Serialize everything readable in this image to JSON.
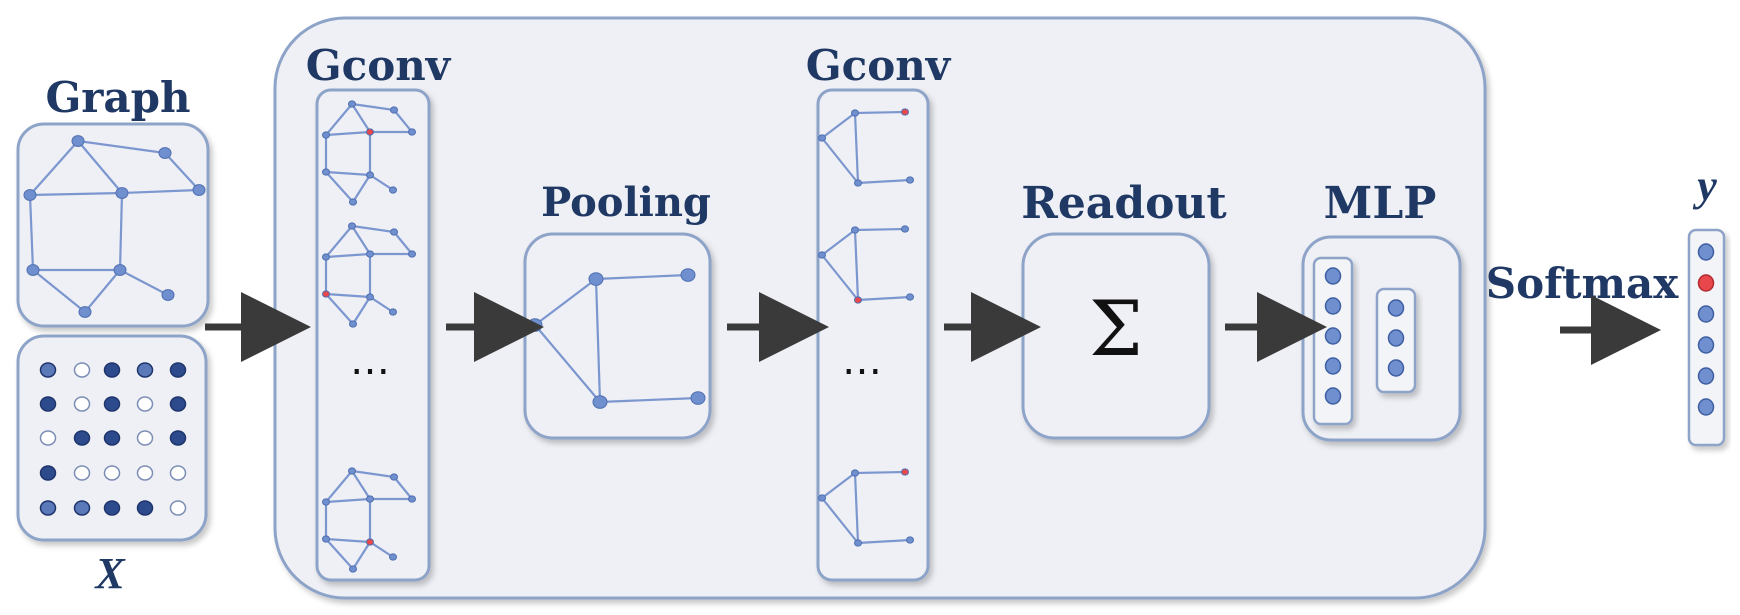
{
  "labels": {
    "graph": "Graph",
    "x": "X",
    "gconv1": "Gconv",
    "pooling": "Pooling",
    "gconv2": "Gconv",
    "readout": "Readout",
    "readout_symbol": "Σ",
    "mlp": "MLP",
    "softmax": "Softmax",
    "y": "y",
    "ellipsis": "…"
  },
  "colors": {
    "box_fill": "#eef0f5",
    "box_stroke": "#8ea3c8",
    "edge": "#7c96cf",
    "node": "#6f8fcf",
    "node_red": "#e8474c",
    "dark_node": "#2d4a8c",
    "arrow": "#3a3a3a",
    "label": "#1f3864"
  },
  "feature_matrix": [
    [
      "m",
      "w",
      "d",
      "m",
      "d"
    ],
    [
      "d",
      "w",
      "d",
      "w",
      "d"
    ],
    [
      "w",
      "d",
      "d",
      "w",
      "d"
    ],
    [
      "d",
      "w",
      "w",
      "w",
      "w"
    ],
    [
      "m",
      "m",
      "d",
      "d",
      "w"
    ]
  ],
  "mlp_layers": [
    5,
    3
  ],
  "output_vector": {
    "count": 6,
    "highlight_index": 1
  }
}
